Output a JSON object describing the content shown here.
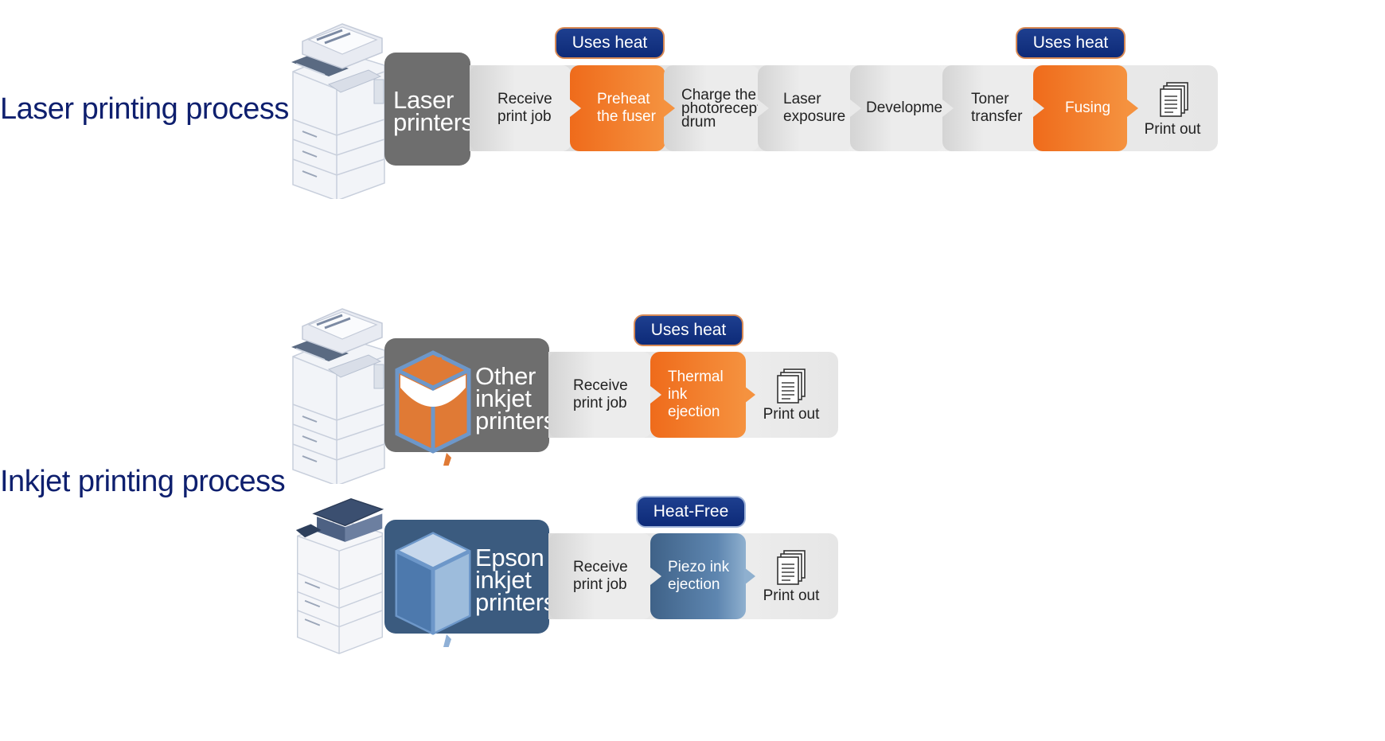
{
  "sections": {
    "laser_title": "Laser printing process",
    "inkjet_title": "Inkjet printing process"
  },
  "laser": {
    "label_line1": "Laser",
    "label_line2": "printers",
    "badge_left": "Uses heat",
    "badge_right": "Uses heat",
    "steps": [
      {
        "line1": "Receive",
        "line2": "print job",
        "line3": "",
        "style": "grey"
      },
      {
        "line1": "Preheat",
        "line2": "the fuser",
        "line3": "",
        "style": "orange"
      },
      {
        "line1": "Charge the",
        "line2": "photoreceptor",
        "line3": "drum",
        "style": "grey"
      },
      {
        "line1": "Laser",
        "line2": "exposure",
        "line3": "",
        "style": "grey"
      },
      {
        "line1": "Development",
        "line2": "",
        "line3": "",
        "style": "grey"
      },
      {
        "line1": "Toner",
        "line2": "transfer",
        "line3": "",
        "style": "grey"
      },
      {
        "line1": "Fusing",
        "line2": "",
        "line3": "",
        "style": "orange"
      }
    ],
    "print_out": "Print out"
  },
  "other_inkjet": {
    "label_line1": "Other",
    "label_line2": "inkjet",
    "label_line3": "printers",
    "badge": "Uses heat",
    "steps": [
      {
        "line1": "Receive",
        "line2": "print job",
        "style": "grey"
      },
      {
        "line1": "Thermal ink",
        "line2": "ejection",
        "style": "orange"
      }
    ],
    "print_out": "Print out"
  },
  "epson_inkjet": {
    "label_line1": "Epson",
    "label_line2": "inkjet",
    "label_line3": "printers",
    "badge": "Heat-Free",
    "steps": [
      {
        "line1": "Receive",
        "line2": "print job",
        "style": "grey"
      },
      {
        "line1": "Piezo ink",
        "line2": "ejection",
        "style": "blue"
      }
    ],
    "print_out": "Print out"
  },
  "icons": {
    "printer": "multifunction-printer-icon",
    "ink_tank": "ink-tank-icon",
    "documents": "document-stack-icon"
  },
  "colors": {
    "title": "#0e1f6e",
    "heat": "#f08030",
    "badge": "#0d2a78",
    "laser_label": "#6e6e6e",
    "epson_label": "#3b5b7f"
  }
}
